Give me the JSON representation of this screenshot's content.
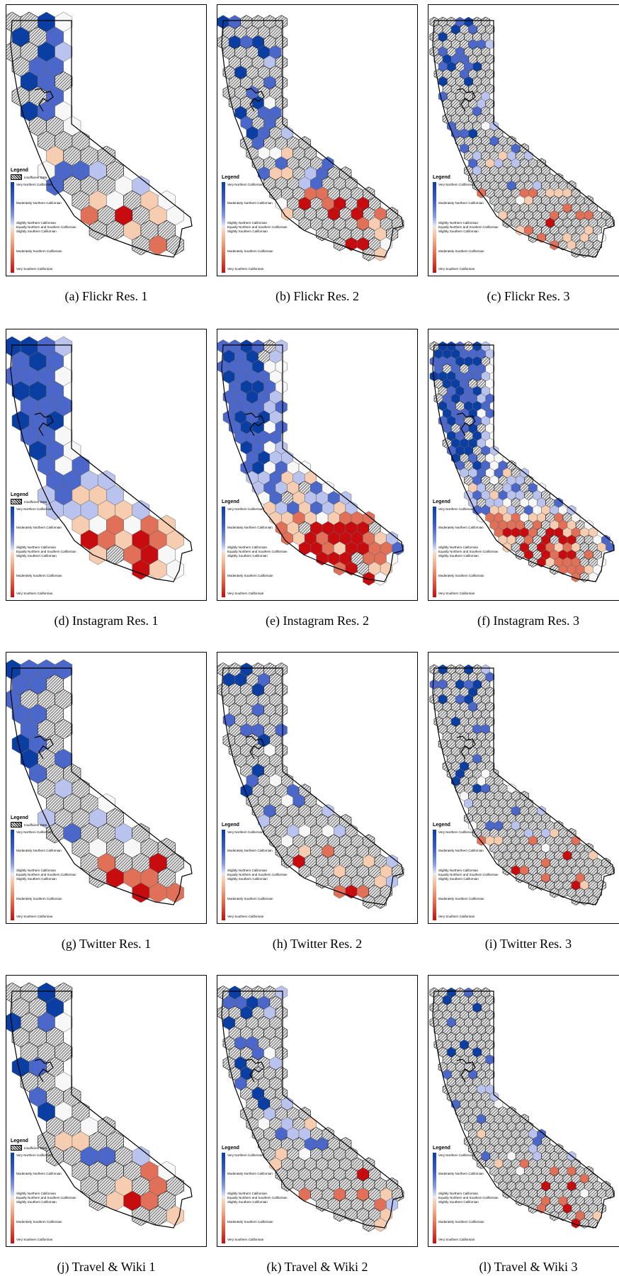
{
  "legend": {
    "title": "Legend",
    "insufficient": "Insufficient Data",
    "labels": {
      "very_n": "Very Northern Californian",
      "mod_n": "Moderately Northern Californian",
      "slight_n": "Slightly Northern Californian",
      "equal": "Equally Northern and Southern Californian",
      "slight_s": "Slightly Southern Californian",
      "mod_s": "Moderately Southern Californian",
      "very_s": "Very Southern Californian"
    }
  },
  "colors": {
    "very_north": "#0b3ea3",
    "north": "#4a67c9",
    "slight_north": "#b9c3ee",
    "equal": "#f7f7f7",
    "slight_south": "#f6cdb0",
    "south": "#e07058",
    "very_south": "#c70c10",
    "insufficient": "#888888"
  },
  "panels": [
    {
      "caption": "(a)  Flickr Res. 1",
      "legend_insufficient_shown": true
    },
    {
      "caption": "(b)  Flickr Res. 2",
      "legend_insufficient_shown": false
    },
    {
      "caption": "(c)  Flickr Res. 3",
      "legend_insufficient_shown": false
    },
    {
      "caption": "(d)  Instagram Res. 1",
      "legend_insufficient_shown": true
    },
    {
      "caption": "(e)  Instagram Res. 2",
      "legend_insufficient_shown": false
    },
    {
      "caption": "(f)  Instagram Res. 3",
      "legend_insufficient_shown": false
    },
    {
      "caption": "(g)  Twitter Res. 1",
      "legend_insufficient_shown": true
    },
    {
      "caption": "(h)  Twitter Res. 2",
      "legend_insufficient_shown": false
    },
    {
      "caption": "(i)  Twitter Res. 3",
      "legend_insufficient_shown": false
    },
    {
      "caption": "(j)  Travel & Wiki 1",
      "legend_insufficient_shown": true
    },
    {
      "caption": "(k)  Travel & Wiki 2",
      "legend_insufficient_shown": false
    },
    {
      "caption": "(l)  Travel & Wiki 3",
      "legend_insufficient_shown": false
    }
  ]
}
